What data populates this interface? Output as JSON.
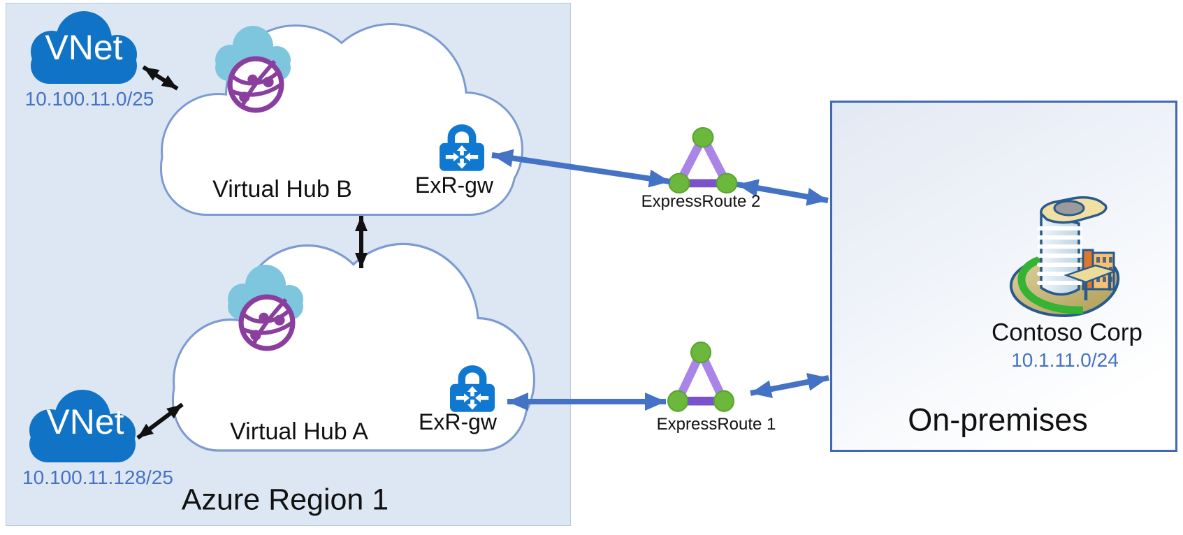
{
  "region": {
    "label": "Azure Region 1"
  },
  "vnets": [
    {
      "label": "VNet",
      "ip": "10.100.11.0/25"
    },
    {
      "label": "VNet",
      "ip": "10.100.11.128/25"
    }
  ],
  "hubs": [
    {
      "label": "Virtual Hub B",
      "gateway_label": "ExR-gw"
    },
    {
      "label": "Virtual Hub A",
      "gateway_label": "ExR-gw"
    }
  ],
  "circuits": [
    {
      "label": "ExpressRoute 2"
    },
    {
      "label": "ExpressRoute 1"
    }
  ],
  "onprem": {
    "label": "On-premises",
    "company": "Contoso Corp",
    "ip": "10.1.11.0/24"
  },
  "colors": {
    "region_fill": "#dde7f3",
    "region_border": "#b9c9e0",
    "vnet_blue": "#1173c6",
    "hub_border": "#7d9bd1",
    "cyan_cloud": "#7ec5de",
    "globe_purple": "#8a3f9f",
    "lock_blue": "#0f79d2",
    "er_light": "#ab84e8",
    "er_dark": "#7a52cc",
    "er_green": "#6cb83c",
    "arrow_blue": "#4472c4",
    "arrow_black": "#111111",
    "ip_text": "#4472c4",
    "onprem_border": "#4169b1"
  }
}
